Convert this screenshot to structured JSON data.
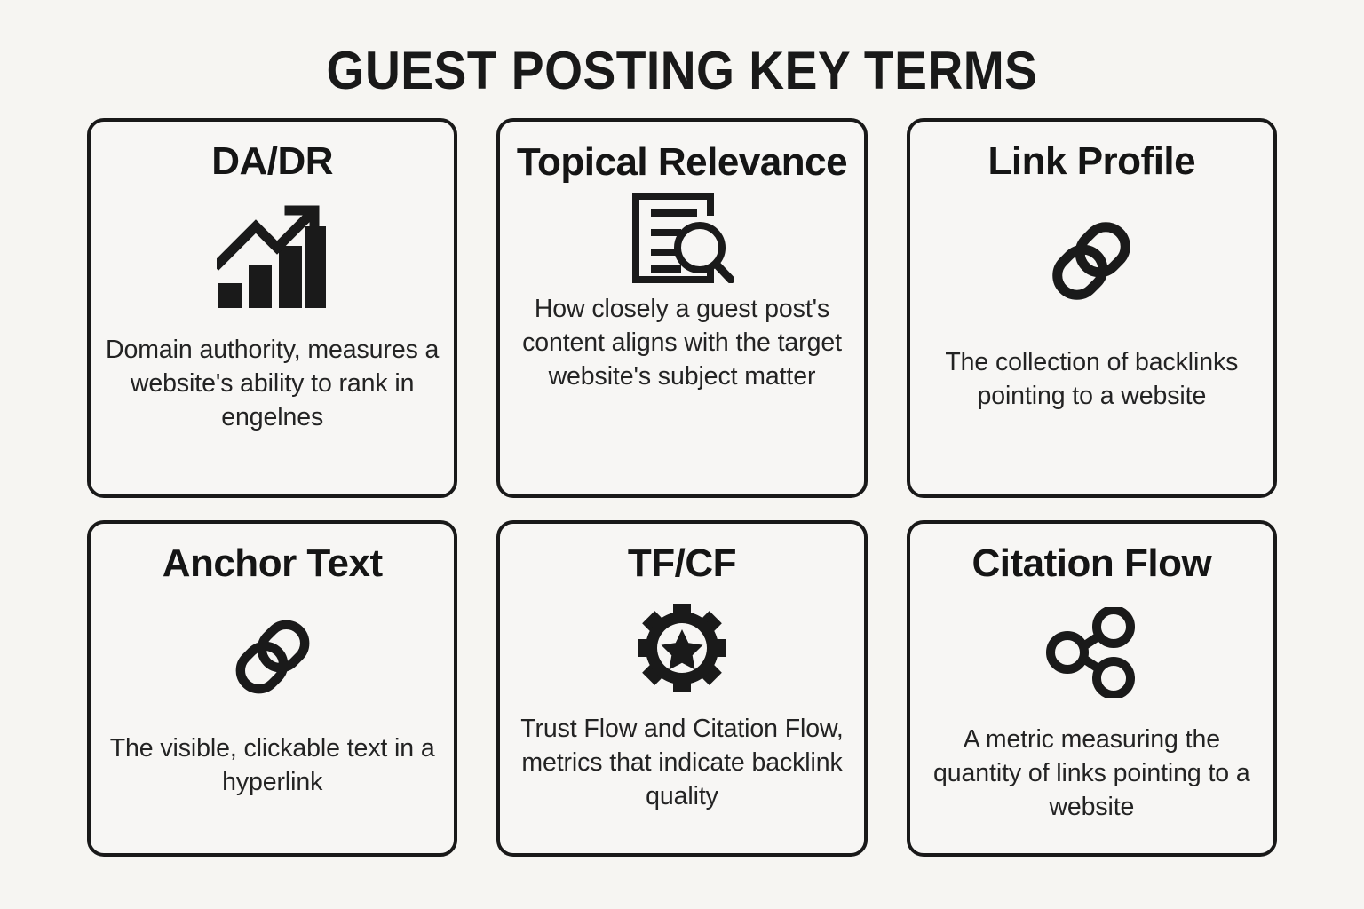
{
  "header": {
    "title": "GUEST POSTING KEY TERMS"
  },
  "theme": {
    "background": "#f6f5f2",
    "card_background": "#f7f6f4",
    "border": "#191919",
    "text": "#1a1a1a"
  },
  "cards": [
    {
      "title": "DA/DR",
      "icon": "growth-bar-chart-icon",
      "description": "Domain authority, measures a website's ability to rank in engelnes"
    },
    {
      "title": "Topical Relevance",
      "icon": "document-search-icon",
      "description": "How closely a guest post's content aligns with the target website's subject matter"
    },
    {
      "title": "Link Profile",
      "icon": "chain-link-icon",
      "description": "The collection of backlinks pointing to a website"
    },
    {
      "title": "Anchor Text",
      "icon": "chain-link-icon",
      "description": "The visible, clickable text in a hyperlink"
    },
    {
      "title": "TF/CF",
      "icon": "gear-star-icon",
      "description": "Trust Flow and Citation Flow, metrics that indicate backlink quality"
    },
    {
      "title": "Citation Flow",
      "icon": "share-nodes-icon",
      "description": "A metric measuring the quantity of links pointing to a website"
    }
  ]
}
